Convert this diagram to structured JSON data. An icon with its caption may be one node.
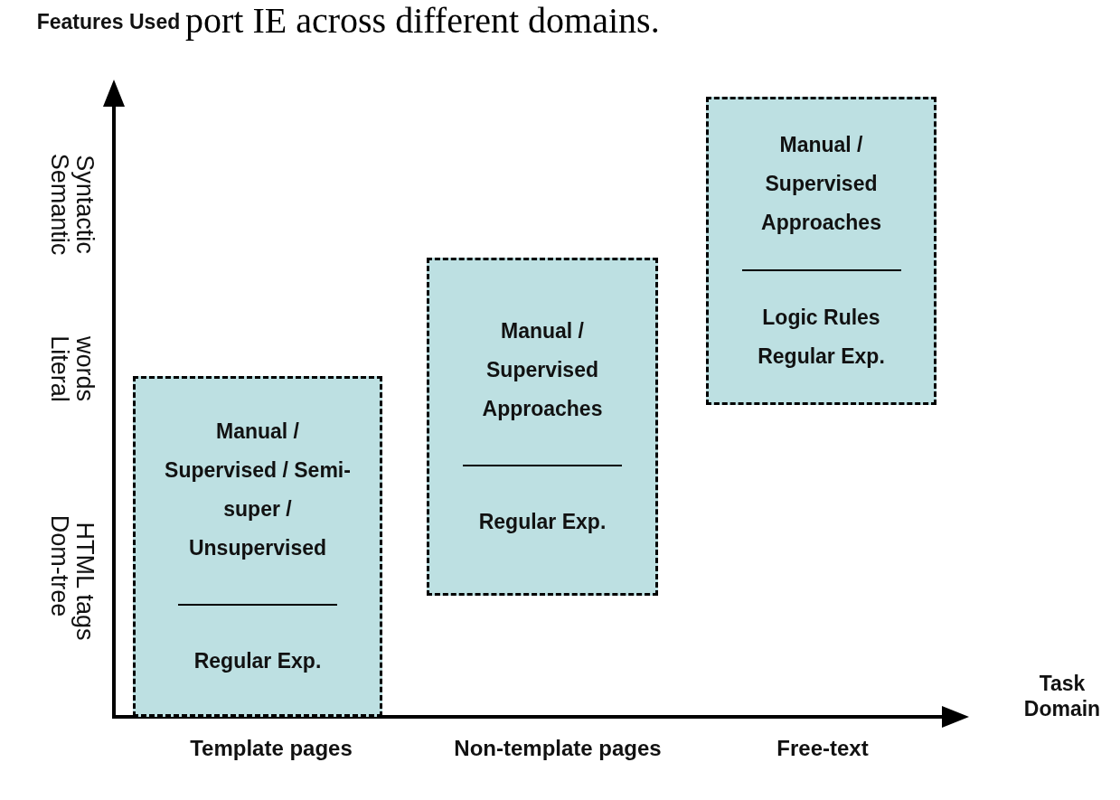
{
  "diagram": {
    "nodes": [
      {
        "text": [
          "Manual / Supervised / Semi-super / Unsupervised",
          "Regular Exp."
        ]
      },
      {
        "text": [
          "Manual / Supervised Approaches",
          "Regular Exp."
        ]
      },
      {
        "text": [
          "Manual / Supervised Approaches",
          "Logic Rules Regular Exp."
        ]
      }
    ],
    "labels": [
      "port IE across different domains.",
      "Features Used",
      "Semantic",
      "Syntactic",
      "Literal",
      "words",
      "Dom-tree",
      "HTML tags",
      "Task Domain",
      "Template pages",
      "Non-template pages",
      "Free-text"
    ]
  }
}
